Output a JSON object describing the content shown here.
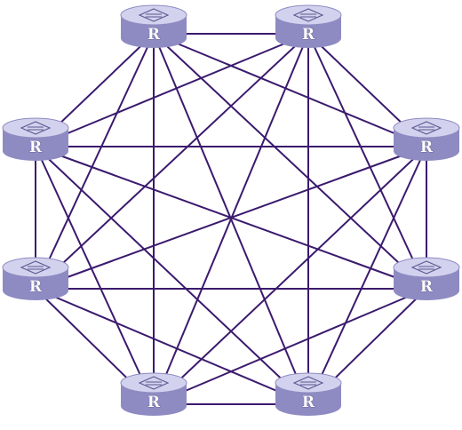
{
  "diagram": {
    "node_label": "R",
    "icon": "router-icon",
    "colors": {
      "link": "#3b1a6e",
      "router_body": "#8e8bc2",
      "router_top": "#d3d2ee",
      "background": "#ffffff"
    },
    "nodes": [
      {
        "id": "r1",
        "label": "R"
      },
      {
        "id": "r2",
        "label": "R"
      },
      {
        "id": "r3",
        "label": "R"
      },
      {
        "id": "r4",
        "label": "R"
      },
      {
        "id": "r5",
        "label": "R"
      },
      {
        "id": "r6",
        "label": "R"
      },
      {
        "id": "r7",
        "label": "R"
      },
      {
        "id": "r8",
        "label": "R"
      }
    ],
    "topology": "full-mesh"
  }
}
